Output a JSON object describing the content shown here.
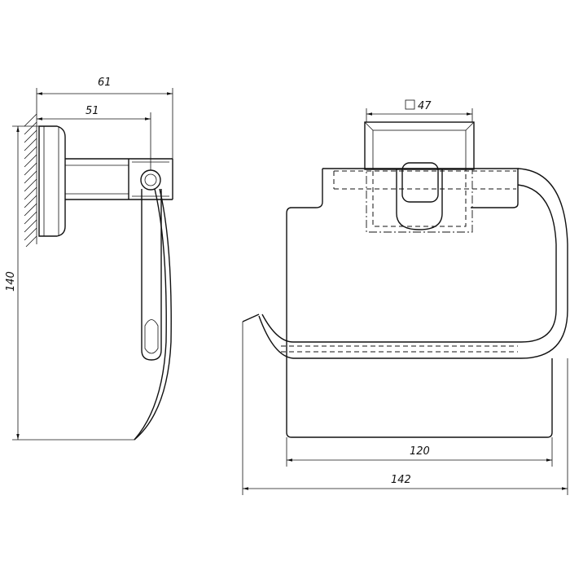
{
  "drawing": {
    "side_view": {
      "dimensions": {
        "overall_depth": "61",
        "bar_depth": "51",
        "height": "140"
      }
    },
    "front_view": {
      "dimensions": {
        "base_square": "47",
        "cover_width": "120",
        "overall_width": "142"
      }
    }
  }
}
